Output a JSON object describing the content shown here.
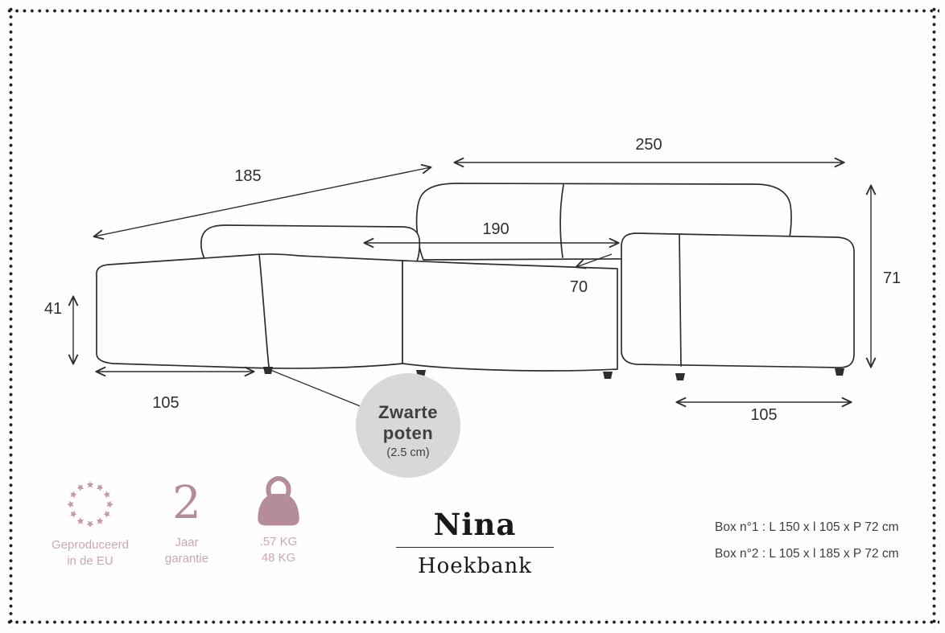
{
  "diagram": {
    "dim_250": "250",
    "dim_185": "185",
    "dim_190": "190",
    "dim_70": "70",
    "dim_71": "71",
    "dim_41": "41",
    "dim_105_left": "105",
    "dim_105_right": "105",
    "callout": {
      "line1": "Zwarte",
      "line2": "poten",
      "line3": "(2.5 cm)"
    }
  },
  "footer": {
    "eu_badge": {
      "icon": "eu-stars-circle",
      "line1": "Geproduceerd",
      "line2": "in de EU"
    },
    "warranty": {
      "number": "2",
      "line1": "Jaar",
      "line2": "garantie"
    },
    "weight": {
      "icon": "kettlebell-weight",
      "line1": ".57 KG",
      "line2": "48 KG"
    },
    "title": {
      "name": "Nina",
      "subtitle": "Hoekbank"
    },
    "boxes": {
      "line1": "Box n°1 : L 150 x l 105 x P 72 cm",
      "line2": "Box n°2 : L 105 x l 185 x P 72 cm"
    }
  },
  "colors": {
    "accent_pink": "#b58c9c",
    "accent_pink_light": "#cda6b2",
    "line": "#2e2e2e",
    "callout_bg": "#d8d8d8"
  }
}
